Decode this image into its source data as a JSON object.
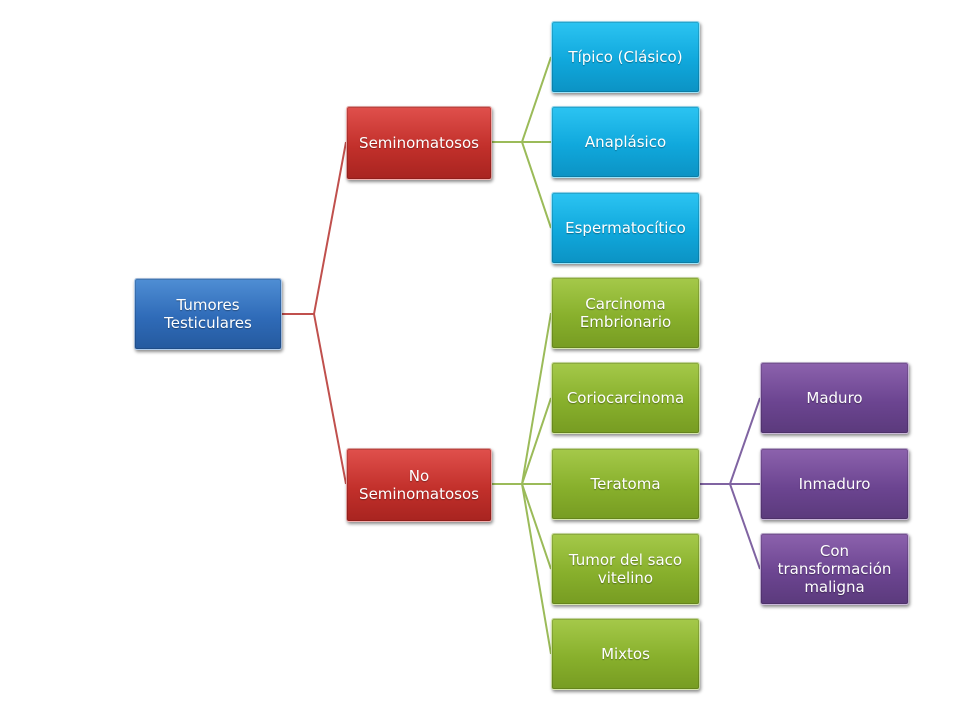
{
  "diagram": {
    "root": "Tumores Testiculares",
    "seminomatosos": {
      "label": "Seminomatosos",
      "children": [
        "Típico (Clásico)",
        "Anaplásico",
        "Espermatocítico"
      ]
    },
    "no_seminomatosos": {
      "label": "No\nSeminomatosos",
      "children": [
        "Carcinoma\nEmbrionario",
        "Coriocarcinoma",
        "Teratoma",
        "Tumor del saco\nvitelino",
        "Mixtos"
      ]
    },
    "teratoma_children": [
      "Maduro",
      "Inmaduro",
      "Con\ntransformación\nmaligna"
    ]
  },
  "colors": {
    "root": "#2f6bb8",
    "level1": "#c2302b",
    "seminoma_children": "#10a8dc",
    "no_seminoma_children": "#88b02c",
    "teratoma_children": "#6c4591",
    "connector_root": "#c0504d",
    "connector_seminoma": "#9bbb59",
    "connector_no_seminoma": "#9bbb59",
    "connector_teratoma": "#8064a2"
  }
}
